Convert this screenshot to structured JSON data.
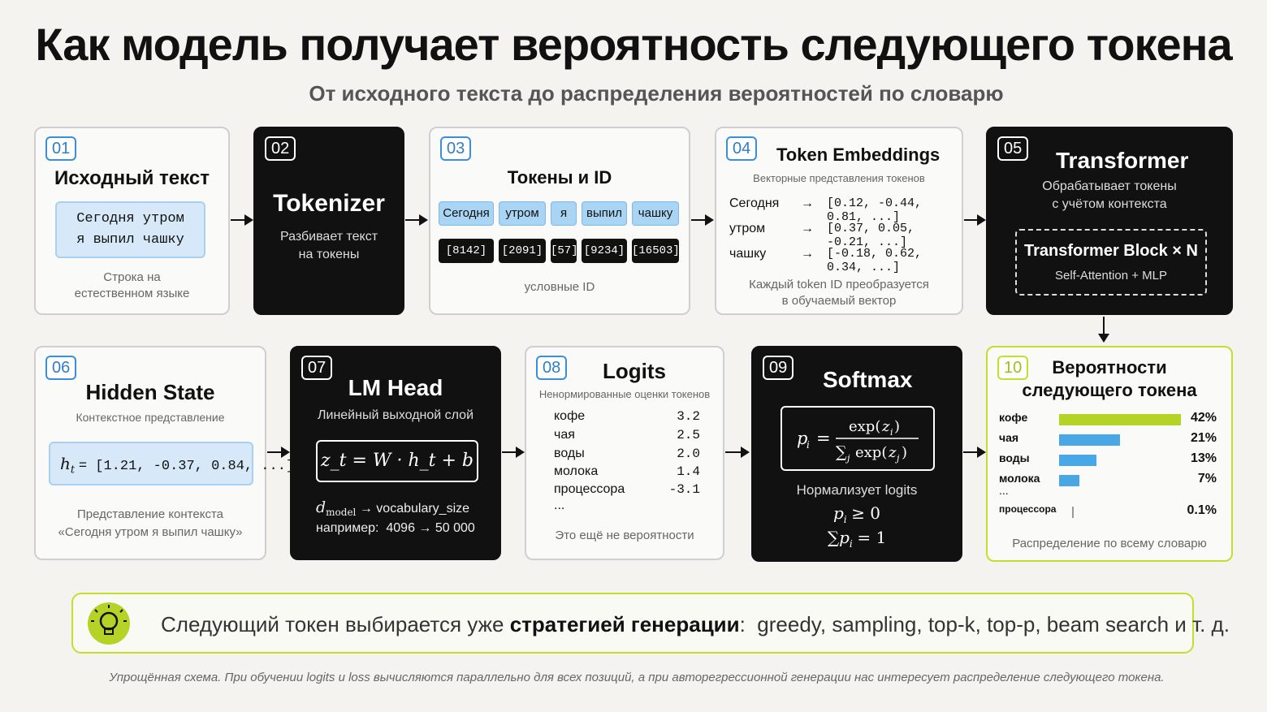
{
  "title": "Как модель получает вероятность следующего токена",
  "subtitle": "От исходного текста до распределения вероятностей по словарю",
  "cards": {
    "c01": {
      "num": "01",
      "title": "Исходный текст",
      "text_line1": "Сегодня утром",
      "text_line2": "я выпил чашку",
      "desc1": "Строка на",
      "desc2": "естественном языке"
    },
    "c02": {
      "num": "02",
      "title": "Tokenizer",
      "desc1": "Разбивает текст",
      "desc2": "на токены"
    },
    "c03": {
      "num": "03",
      "title": "Токены и ID",
      "tokens": [
        "Сегодня",
        "утром",
        "я",
        "выпил",
        "чашку"
      ],
      "ids": [
        "[8142]",
        "[2091]",
        "[57]",
        "[9234]",
        "[16503]"
      ],
      "desc": "условные ID"
    },
    "c04": {
      "num": "04",
      "title": "Token Embeddings",
      "subtitle": "Векторные представления токенов",
      "rows": [
        {
          "word": "Сегодня",
          "arrow": "→",
          "vec": "[0.12, -0.44, 0.81, ...]"
        },
        {
          "word": "утром",
          "arrow": "→",
          "vec": "[0.37, 0.05, -0.21, ...]"
        },
        {
          "word": "чашку",
          "arrow": "→",
          "vec": "[-0.18, 0.62, 0.34, ...]"
        }
      ],
      "desc1": "Каждый token ID преобразуется",
      "desc2": "в обучаемый вектор"
    },
    "c05": {
      "num": "05",
      "title": "Transformer",
      "desc1": "Обрабатывает токены",
      "desc2": "с учётом контекста",
      "block": "Transformer Block × N",
      "block_sub": "Self-Attention + MLP"
    },
    "c06": {
      "num": "06",
      "title": "Hidden State",
      "subtitle": "Контекстное представление",
      "formula_lhs": "h",
      "formula_sub": "t",
      "formula_rhs": "= [1.21, -0.37, 0.84, ...]",
      "desc1": "Представление контекста",
      "desc2": "«Сегодня утром я выпил чашку»"
    },
    "c07": {
      "num": "07",
      "title": "LM Head",
      "subtitle": "Линейный выходной слой",
      "formula": "z_t = W · h_t + b",
      "dim_line": "→ vocabulary_size",
      "dim_sym": "d",
      "dim_sub": "model",
      "example": "например:  4096 → 50 000"
    },
    "c08": {
      "num": "08",
      "title": "Logits",
      "subtitle": "Ненормированные оценки токенов",
      "rows": [
        {
          "word": "кофе",
          "value": "3.2"
        },
        {
          "word": "чая",
          "value": "2.5"
        },
        {
          "word": "воды",
          "value": "2.0"
        },
        {
          "word": "молока",
          "value": "1.4"
        },
        {
          "word": "процессора",
          "value": "-3.1"
        }
      ],
      "ellipsis": "...",
      "desc": "Это ещё не вероятности"
    },
    "c09": {
      "num": "09",
      "title": "Softmax",
      "desc": "Нормализует logits",
      "cond1": "≥ 0",
      "cond2": "= 1"
    },
    "c10": {
      "num": "10",
      "title1": "Вероятности",
      "title2": "следующего токена",
      "rows": [
        {
          "word": "кофе",
          "percent": "42%",
          "value": 42
        },
        {
          "word": "чая",
          "percent": "21%",
          "value": 21
        },
        {
          "word": "воды",
          "percent": "13%",
          "value": 13
        },
        {
          "word": "молока",
          "percent": "7%",
          "value": 7
        }
      ],
      "ellipsis": "...",
      "last": {
        "word": "процессора",
        "percent": "0.1%",
        "value": 0.1
      },
      "desc": "Распределение по всему словарю"
    }
  },
  "tip": {
    "prefix": "Следующий токен выбирается уже",
    "bold": "стратегией генерации",
    "suffix": ":  greedy, sampling, top-k, top-p, beam search и т. д."
  },
  "footnote": "Упрощённая схема. При обучении logits и loss вычисляются параллельно для всех позиций, а при авторегрессионной генерации нас интересует распределение следующего токена.",
  "colors": {
    "accent_green": "#c4df2b",
    "accent_blue": "#3a8fd6",
    "bar_top": "#b5d327",
    "bar_other": "#4aa7e6"
  }
}
